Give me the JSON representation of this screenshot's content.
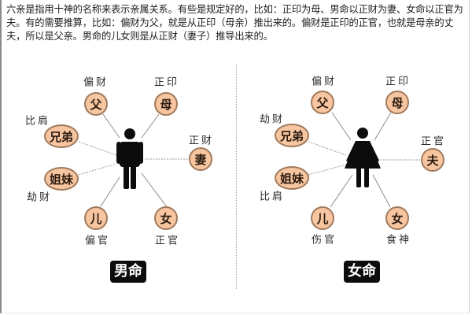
{
  "intro_text": "六亲是指用十神的名称来表示亲属关系。有些是规定好的，比如：正印为母、男命以正财为妻、女命以正官为夫。有的需要推算，比如：偏财为父，就是从正印（母亲）推出来的。偏财是正印的正官，也就是母亲的丈夫，所以是父亲。男命的儿女则是从正财（妻子）推导出来的。",
  "colors": {
    "node_fill": "#f7c6a0",
    "node_border": "#a07a5c",
    "figure": "#0c0c0c",
    "line": "#8c8c8c",
    "badge_bg": "#0c0c0c",
    "badge_text": "#ffffff"
  },
  "male": {
    "badge": "男命",
    "figure_icon": "male-person-icon",
    "nodes": {
      "father": {
        "text": "父",
        "god": "偏财"
      },
      "mother": {
        "text": "母",
        "god": "正印"
      },
      "brothers": {
        "text": "兄弟",
        "god": "比肩"
      },
      "spouse": {
        "text": "妻",
        "god": "正财"
      },
      "sisters": {
        "text": "姐妹",
        "god": "劫财"
      },
      "son": {
        "text": "儿",
        "god": "偏官"
      },
      "daughter": {
        "text": "女",
        "god": "正官"
      }
    }
  },
  "female": {
    "badge": "女命",
    "figure_icon": "female-person-icon",
    "nodes": {
      "father": {
        "text": "父",
        "god": "偏财"
      },
      "mother": {
        "text": "母",
        "god": "正印"
      },
      "brothers": {
        "text": "兄弟",
        "god": "劫财"
      },
      "spouse": {
        "text": "夫",
        "god": "正官"
      },
      "sisters": {
        "text": "姐妹",
        "god": "比肩"
      },
      "son": {
        "text": "儿",
        "god": "伤官"
      },
      "daughter": {
        "text": "女",
        "god": "食神"
      }
    }
  }
}
